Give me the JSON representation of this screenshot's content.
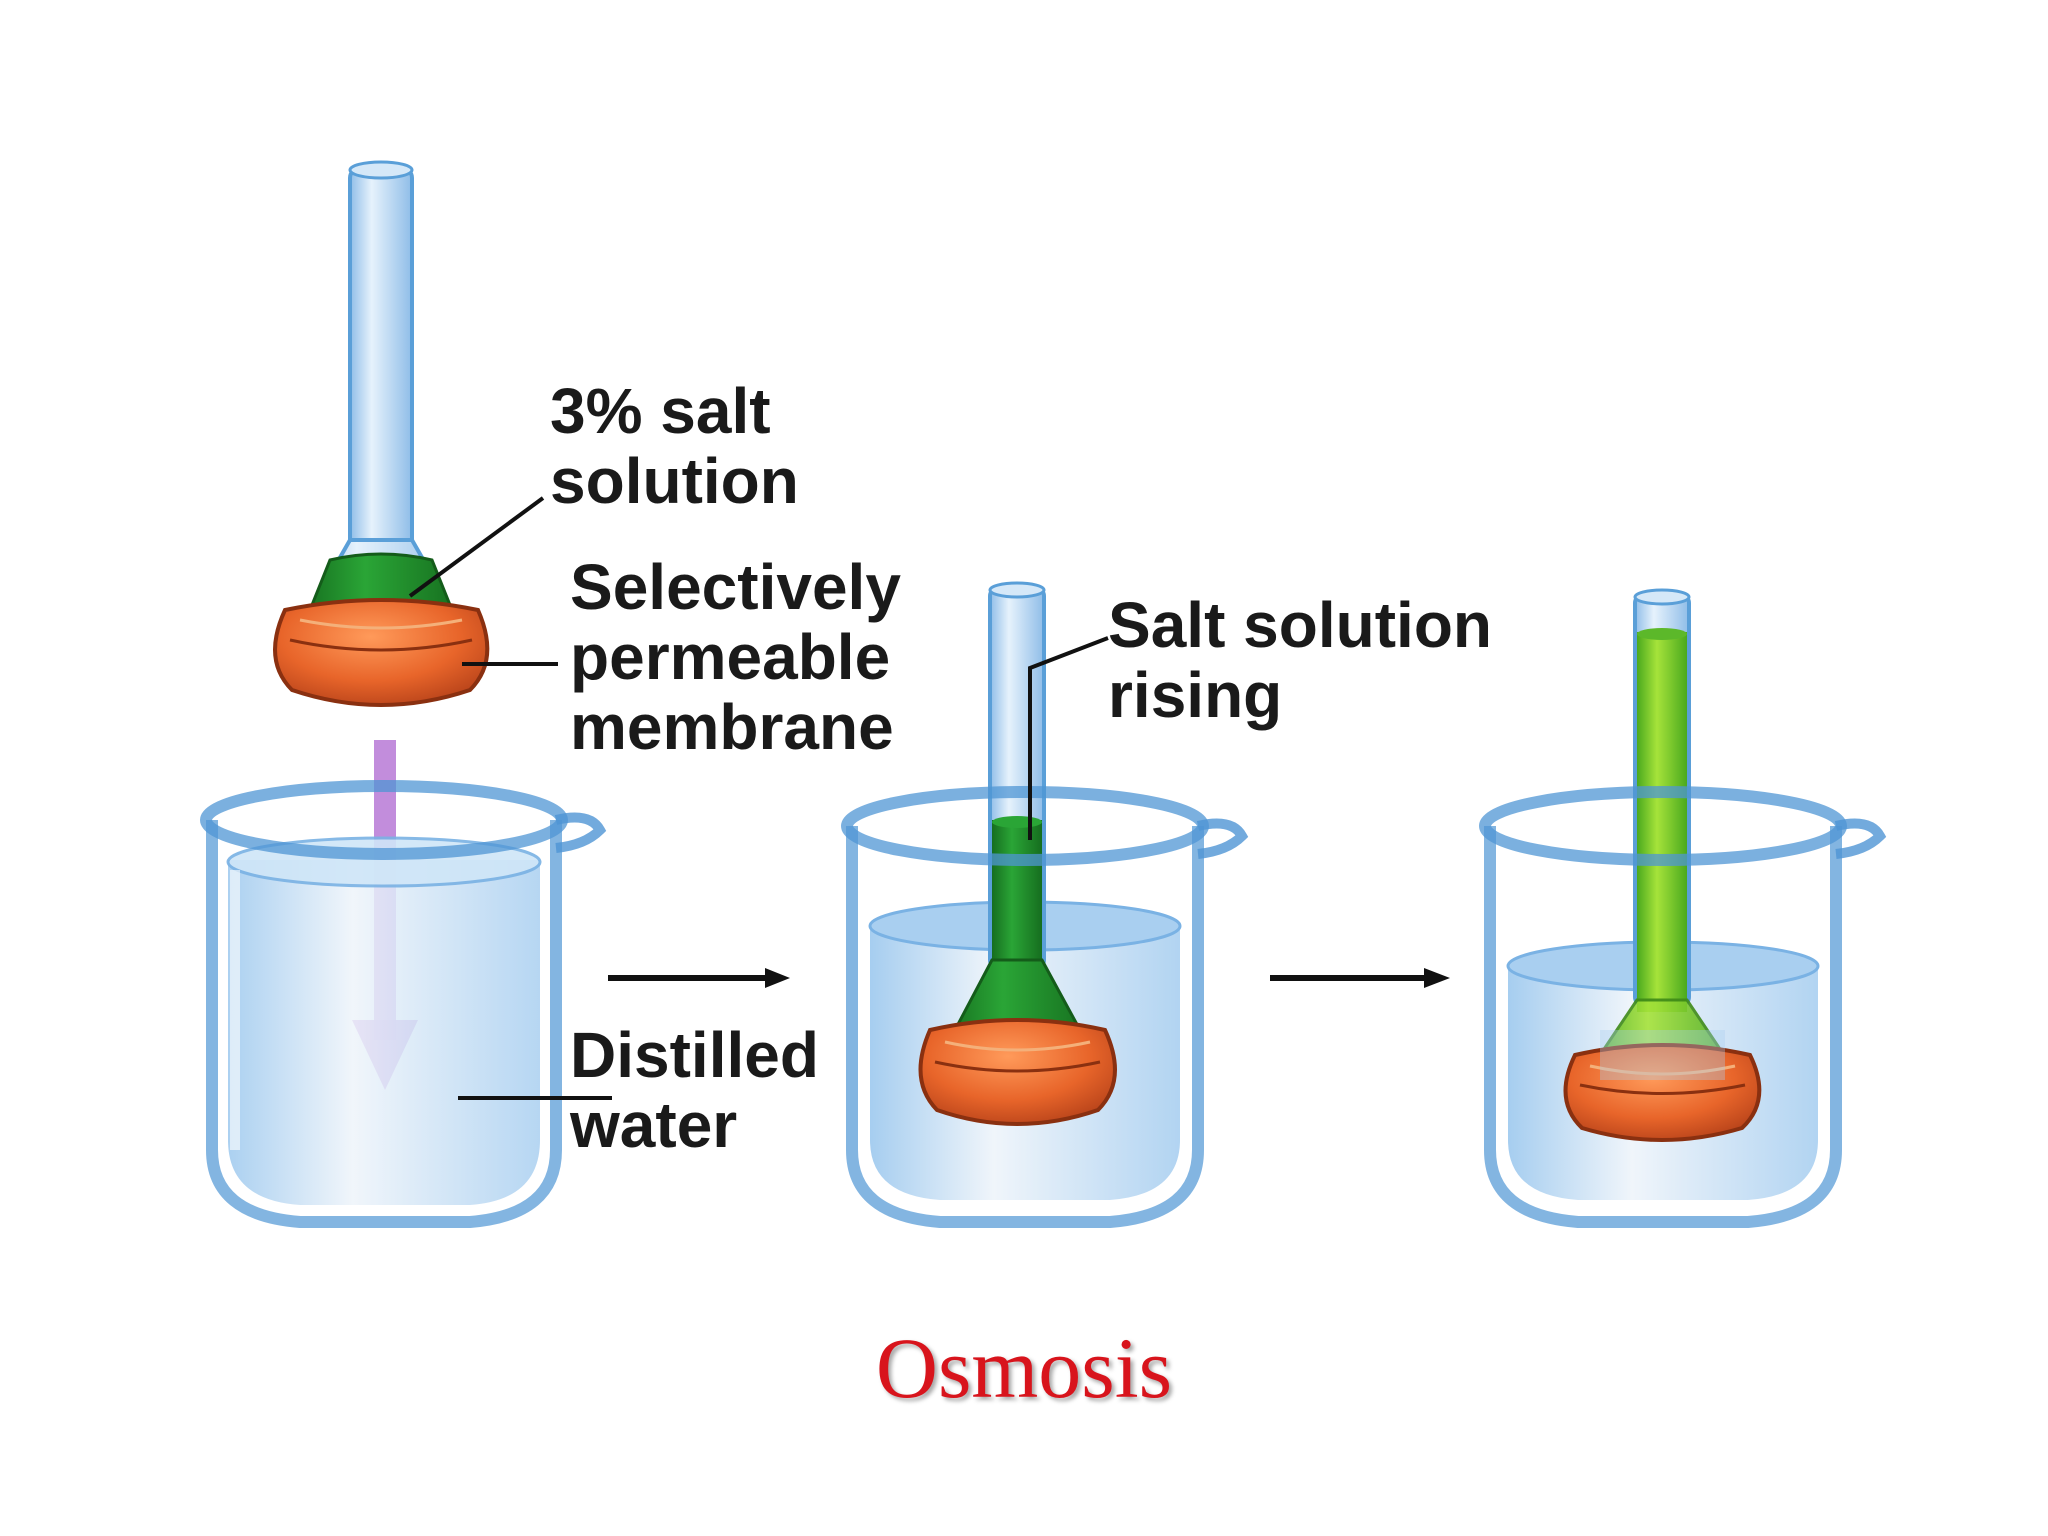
{
  "labels": {
    "salt_solution": [
      "3% salt",
      "solution"
    ],
    "membrane": [
      "Selectively",
      "permeable",
      "membrane"
    ],
    "distilled_water": [
      "Distilled",
      "water"
    ],
    "salt_rising": [
      "Salt solution",
      "rising"
    ]
  },
  "title": "Osmosis",
  "colors": {
    "glass": "#9ccaf0",
    "glass_edge": "#5a9fd8",
    "water": "#b8d9f4",
    "solution": "#1f8a2a",
    "solution_light": "#7fd12a",
    "membrane": "#e8652a",
    "arrow": "#b779d6",
    "title": "#d8141c"
  }
}
